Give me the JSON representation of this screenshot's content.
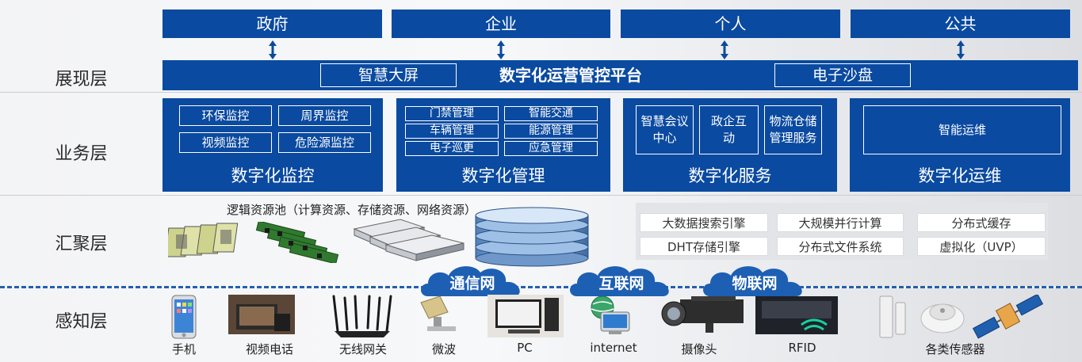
{
  "layers": {
    "presentation": "展现层",
    "business": "业务层",
    "aggregation": "汇聚层",
    "perception": "感知层"
  },
  "entities": [
    "政府",
    "企业",
    "个人",
    "公共"
  ],
  "platform": {
    "left_box": "智慧大屏",
    "title": "数字化运营管控平台",
    "right_box": "电子沙盘"
  },
  "business": {
    "monitoring": {
      "items": [
        "环保监控",
        "周界监控",
        "视频监控",
        "危险源监控"
      ],
      "title": "数字化监控"
    },
    "management": {
      "items": [
        "门禁管理",
        "智能交通",
        "车辆管理",
        "能源管理",
        "电子巡更",
        "应急管理"
      ],
      "title": "数字化管理"
    },
    "service": {
      "items": [
        "智慧会议中心",
        "政企互动",
        "物流仓储管理服务"
      ],
      "title": "数字化服务"
    },
    "operations": {
      "items": [
        "智能运维"
      ],
      "title": "数字化运维"
    }
  },
  "aggregation": {
    "pool_label": "逻辑资源池（计算资源、存储资源、网络资源）",
    "engines": [
      "大数据搜索引擎",
      "大规模并行计算",
      "分布式缓存",
      "DHT存储引擎",
      "分布式文件系统",
      "虚拟化（UVP）"
    ]
  },
  "networks": [
    "通信网",
    "互联网",
    "物联网"
  ],
  "devices": [
    "手机",
    "视频电话",
    "无线网关",
    "微波",
    "PC",
    "internet",
    "摄像头",
    "RFID",
    "各类传感器"
  ],
  "colors": {
    "primary": "#0a4aa0",
    "dash": "#245fae",
    "label": "#2a2a2a"
  }
}
